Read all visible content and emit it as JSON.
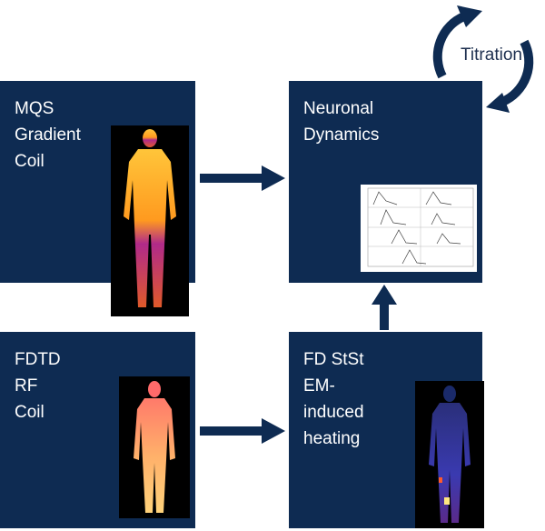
{
  "boxes": {
    "mqs": "MQS\nGradient\nCoil",
    "neuronal": "Neuronal\nDynamics",
    "fdtd": "FDTD\nRF\nCoil",
    "fdstst": "FD StSt\nEM-\ninduced\nheating"
  },
  "titration": "Titration",
  "colors": {
    "box": "#0e2b52",
    "arrow": "#0e2b52",
    "heat_hot": "#f5a623",
    "heat_cool": "#3a1b7a"
  },
  "icons": [
    "right-arrow-icon",
    "up-arrow-icon",
    "cycle-arrows-icon"
  ]
}
